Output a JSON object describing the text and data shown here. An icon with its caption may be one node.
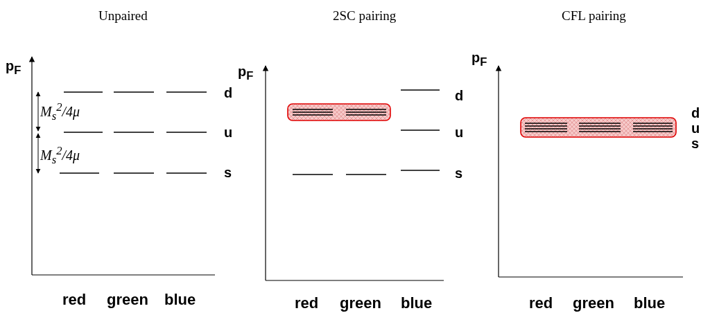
{
  "diagram": {
    "labels": [
      "Unpaired",
      "2SC pairing",
      "CFL pairing",
      "p$_{F}$",
      "M$_{s}$$^{2}$/4μ",
      "d",
      "M$_{s}$$^{2}$/4μ",
      "u",
      "s",
      "red",
      "green",
      "blue",
      "p$_{F}$",
      "d",
      "u",
      "s",
      "red",
      "green",
      "blue",
      "p$_{F}$",
      "d",
      "u",
      "s",
      "red",
      "green",
      "blue"
    ]
  }
}
